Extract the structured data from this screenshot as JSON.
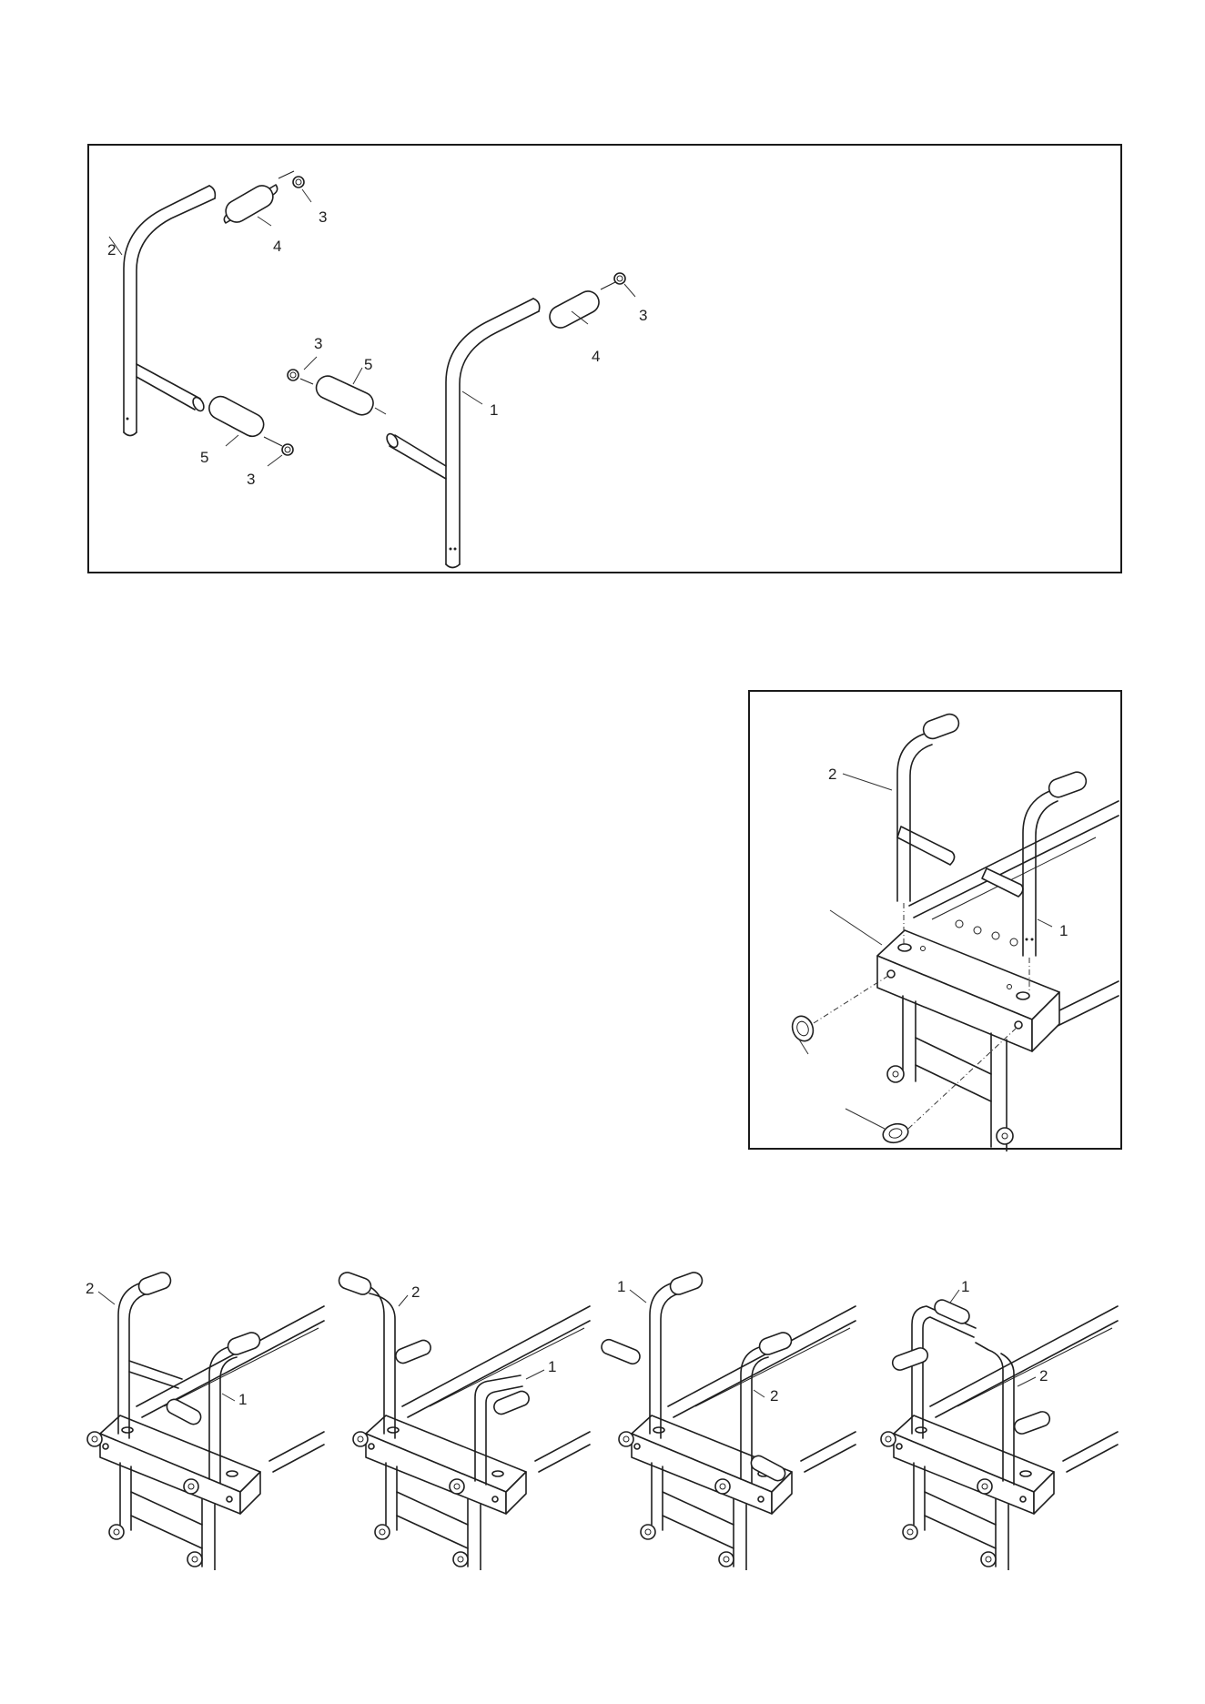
{
  "top_panel": {
    "labels": [
      {
        "id": "frame-left",
        "text": "2"
      },
      {
        "id": "grip-left-top",
        "text": "4"
      },
      {
        "id": "cap-left-top",
        "text": "3"
      },
      {
        "id": "grip-left-low",
        "text": "5"
      },
      {
        "id": "cap-left-low",
        "text": "3"
      },
      {
        "id": "cap-right-low",
        "text": "3"
      },
      {
        "id": "grip-right-low",
        "text": "5"
      },
      {
        "id": "frame-right",
        "text": "1"
      },
      {
        "id": "grip-right-top",
        "text": "4"
      },
      {
        "id": "cap-right-top",
        "text": "3"
      }
    ]
  },
  "right_panel": {
    "labels": [
      {
        "id": "handle-2",
        "text": "2"
      },
      {
        "id": "handle-1",
        "text": "1"
      }
    ]
  },
  "bottom_row": {
    "views": [
      {
        "left": "2",
        "right": "1"
      },
      {
        "left": "2",
        "right": "1"
      },
      {
        "left": "1",
        "right": "2"
      },
      {
        "left": "1",
        "right": "2"
      }
    ]
  }
}
